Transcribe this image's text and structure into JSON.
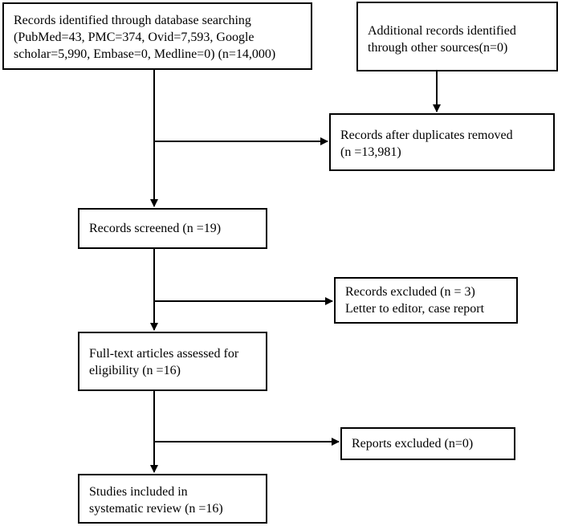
{
  "boxes": {
    "identified": {
      "lines": [
        "Records identified through database searching",
        "(PubMed=43, PMC=374, Ovid=7,593, Google",
        "scholar=5,990, Embase=0, Medline=0) (n=14,000)"
      ]
    },
    "other_sources": {
      "lines": [
        "Additional records identified",
        "through other sources(n=0)"
      ]
    },
    "duplicates_removed": {
      "lines": [
        "Records after duplicates removed",
        "(n =13,981)"
      ]
    },
    "screened": {
      "lines": [
        "Records screened (n =19)"
      ]
    },
    "excluded": {
      "lines": [
        "Records excluded (n = 3)",
        "Letter to editor, case report"
      ]
    },
    "full_text": {
      "lines": [
        "Full-text articles assessed for",
        "eligibility (n =16)"
      ]
    },
    "reports_excluded": {
      "lines": [
        "Reports excluded (n=0)"
      ]
    },
    "included": {
      "lines": [
        "Studies included in",
        "systematic review (n =16)"
      ]
    }
  }
}
